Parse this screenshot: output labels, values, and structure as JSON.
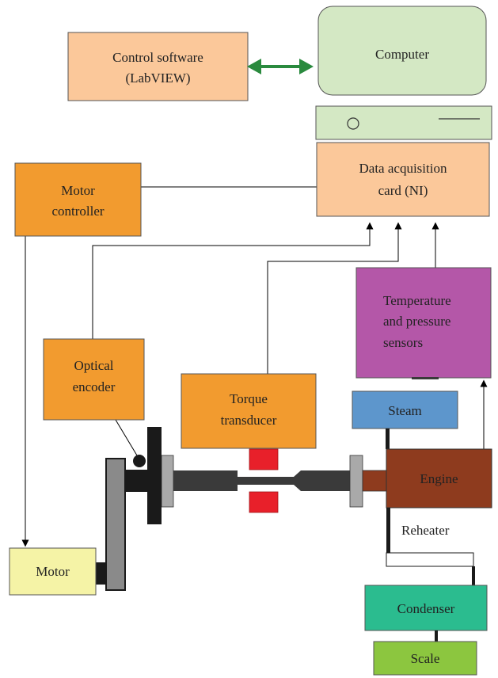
{
  "colors": {
    "peach": "#fbc89a",
    "light_green": "#d4e8c4",
    "orange": "#f29b2f",
    "purple": "#b457a8",
    "blue": "#5d96cc",
    "brown": "#8e3b1e",
    "teal": "#2bbc8f",
    "yellow": "#f5f3a6",
    "lime": "#8cc63f",
    "dark_green_arrow": "#2a8a3e",
    "red": "#e8202a",
    "dark_gray": "#3a3a3a",
    "gray": "#9a9a9a"
  },
  "labels": {
    "control_software": [
      "Control software",
      "(LabVIEW)"
    ],
    "computer": "Computer",
    "data_acquisition": [
      "Data acquisition",
      "card (NI)"
    ],
    "motor_controller": [
      "Motor",
      "controller"
    ],
    "temp_pressure": [
      "Temperature",
      "and pressure",
      "sensors"
    ],
    "optical_encoder": [
      "Optical",
      "encoder"
    ],
    "torque_transducer": [
      "Torque",
      "transducer"
    ],
    "steam": "Steam",
    "engine": "Engine",
    "reheater": "Reheater",
    "motor": "Motor",
    "condenser": "Condenser",
    "scale": "Scale"
  }
}
